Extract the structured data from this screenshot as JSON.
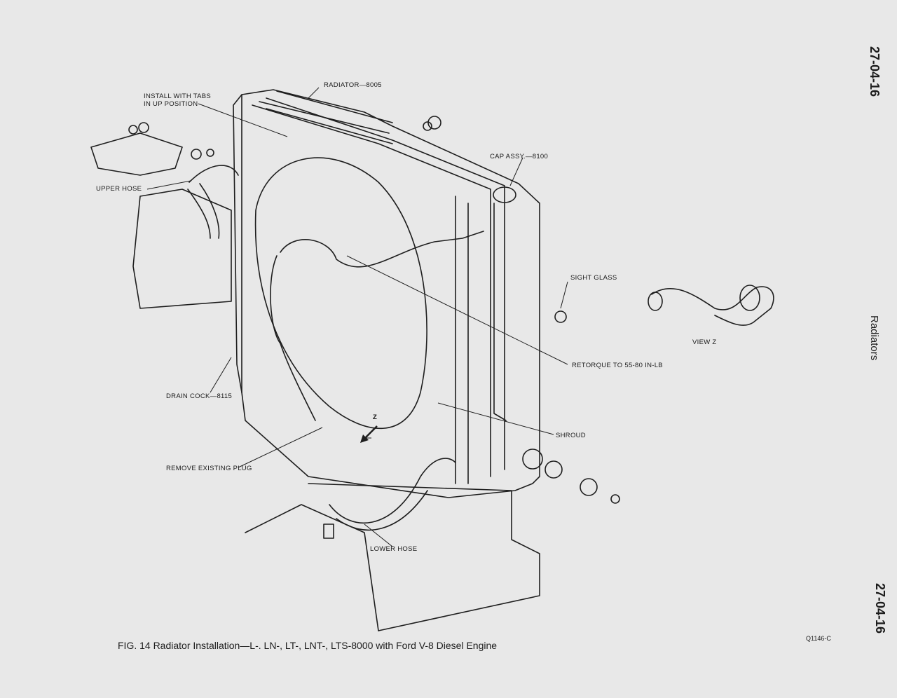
{
  "page_number_top": "27-04-16",
  "page_number_bottom": "27-04-16",
  "section_title": "Radiators",
  "caption": "FIG. 14 Radiator Installation—L-. LN-, LT-, LNT-, LTS-8000 with Ford V-8 Diesel Engine",
  "figure_code": "Q1146-C",
  "labels": {
    "radiator": "RADIATOR—8005",
    "install_tabs_1": "INSTALL WITH TABS",
    "install_tabs_2": "IN UP POSITION",
    "cap_assy": "CAP ASSY.—8100",
    "upper_hose": "UPPER HOSE",
    "sight_glass": "SIGHT GLASS",
    "view_z": "VIEW Z",
    "retorque": "RETORQUE TO 55-80 IN-LB",
    "drain_cock": "DRAIN COCK—8115",
    "shroud": "SHROUD",
    "remove_plug": "REMOVE EXISTING PLUG",
    "lower_hose": "LOWER HOSE",
    "z_marker": "Z"
  }
}
